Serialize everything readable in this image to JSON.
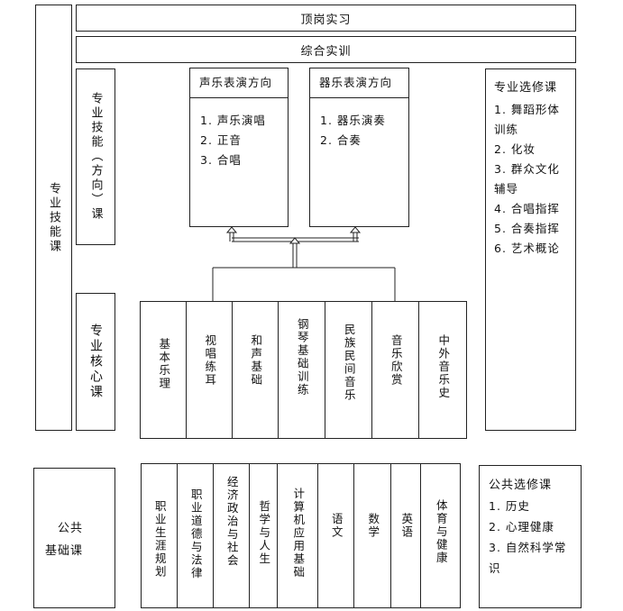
{
  "left_label": "专业技能课",
  "top_bars": [
    "顶岗实习",
    "综合实训"
  ],
  "direction_label": "专业技能（方向）课",
  "direction_boxes": [
    {
      "title": "声乐表演方向",
      "items": [
        "1. 声乐演唱",
        "2. 正音",
        "3. 合唱"
      ]
    },
    {
      "title": "器乐表演方向",
      "items": [
        "1. 器乐演奏",
        "2. 合奏"
      ]
    }
  ],
  "elective_box": {
    "title": "专业选修课",
    "items": [
      "1. 舞蹈形体训练",
      "2. 化妆",
      "3. 群众文化辅导",
      "4. 合唱指挥",
      "5. 合奏指挥",
      "6. 艺术概论"
    ]
  },
  "core_label": "专业核心课",
  "core_courses": [
    "基本乐理",
    "视唱练耳",
    "和声基础",
    "钢琴基础训练",
    "民族民间音乐",
    "音乐欣赏",
    "中外音乐史"
  ],
  "public_label": [
    "公共",
    "基础课"
  ],
  "public_courses": [
    "职业生涯规划",
    "职业道德与法律",
    "经济政治与社会",
    "哲学与人生",
    "计算机应用基础",
    "语文",
    "数学",
    "英语",
    "体育与健康"
  ],
  "public_elective_box": {
    "title": "公共选修课",
    "items": [
      "1. 历史",
      "2. 心理健康",
      "3. 自然科学常识"
    ]
  }
}
